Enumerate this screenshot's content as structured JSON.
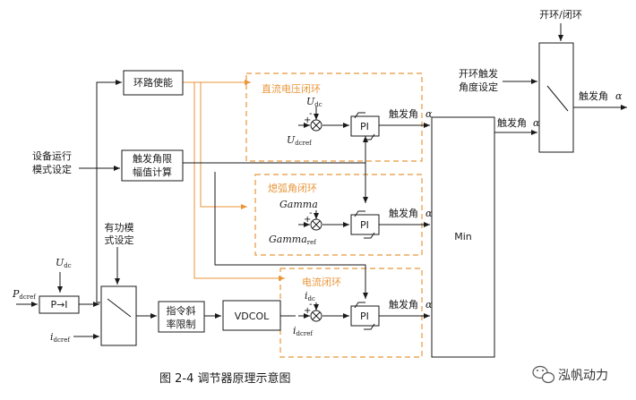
{
  "blocks": {
    "enable": "环路使能",
    "limit_line1": "触发角限",
    "limit_line2": "幅值计算",
    "p_to_i": "P→I",
    "ramp_line1": "指令斜",
    "ramp_line2": "率限制",
    "vdcol": "VDCOL",
    "min": "Min",
    "pi": "PI"
  },
  "loops": {
    "dc_voltage": "直流电压闭环",
    "gamma": "熄弧角闭环",
    "current": "电流闭环"
  },
  "labels": {
    "mode_line1": "设备运行",
    "mode_line2": "模式设定",
    "active_line1": "有功模",
    "active_line2": "式设定",
    "open_closed": "开环/闭环",
    "open_set_line1": "开环触发",
    "open_set_line2": "角度设定",
    "firing_angle": "触发角",
    "alpha": "α"
  },
  "symbols": {
    "U": "U",
    "dc": "dc",
    "dcref": "dcref",
    "Gamma": "Gamma",
    "ref": "ref",
    "P": "P",
    "i": "i",
    "idc": "dc",
    "idcref": "dcref"
  },
  "signs": {
    "plus": "+",
    "minus": "-"
  },
  "caption": "图  2-4  调节器原理示意图",
  "watermark": "泓帆动力",
  "colors": {
    "accent": "#e8963a",
    "line": "#1a1a1a"
  }
}
